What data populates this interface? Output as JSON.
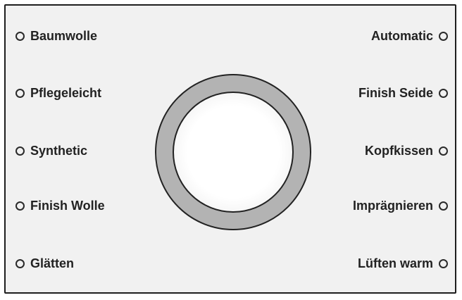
{
  "left_programs": [
    "Baumwolle",
    "Pflegeleicht",
    "Synthetic",
    "Finish Wolle",
    "Glätten"
  ],
  "right_programs": [
    "Automatic",
    "Finish Seide",
    "Kopfkissen",
    "Imprägnieren",
    "Lüften warm"
  ],
  "colors": {
    "panel_background": "#f1f1f1",
    "knob_ring": "#b3b3b3",
    "outline": "#222222"
  }
}
